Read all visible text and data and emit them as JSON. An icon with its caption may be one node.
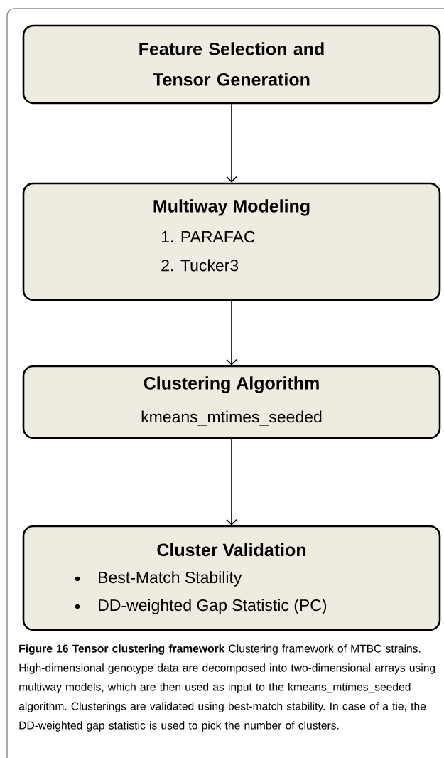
{
  "diagram": {
    "caption": "**Figure 16 Tensor clustering framework** Clustering framework of MTBC strains. High-dimensional genotype data are decomposed into two-dimensional arrays using multiway models, which are then used as input to the kmeans_mtimes_seeded algorithm. Clusterings are validated using best-match stability. In case of a tie, the DD-weighted gap statistic is used to pick the number of clusters.",
    "nodes": [
      {
        "text": [
          "Feature Selection and Tensor Generation"
        ]
      },
      {
        "text": [
          "Multiway Modeling",
          "1. PARAFAC",
          "2. Tucker3"
        ]
      },
      {
        "text": [
          "Clustering Algorithm",
          "kmeans_mtimes_seeded"
        ]
      },
      {
        "text": [
          "Cluster Validation",
          "Best-Match Stability",
          "DD-weighted Gap Statistic (PC)"
        ]
      }
    ],
    "edges": [
      {
        "from": 0,
        "to": 1,
        "arrow": "to"
      },
      {
        "from": 1,
        "to": 2,
        "arrow": "to"
      },
      {
        "from": 2,
        "to": 3,
        "arrow": "to"
      }
    ]
  }
}
